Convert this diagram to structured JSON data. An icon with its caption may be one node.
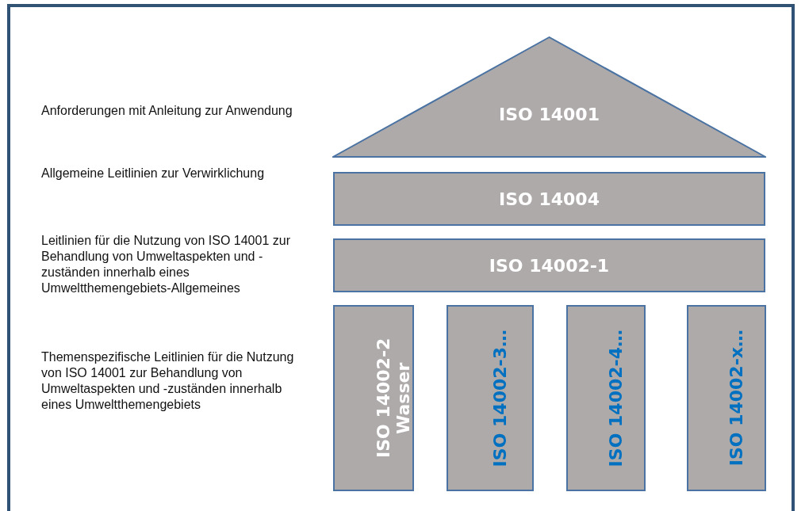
{
  "diagram": {
    "nodes": [
      {
        "text": [
          "ISO 14001"
        ]
      },
      {
        "text": [
          "ISO 14004"
        ]
      },
      {
        "text": [
          "ISO 14002-1"
        ]
      },
      {
        "text": [
          "ISO 14002-2 Wasser"
        ]
      },
      {
        "text": [
          "ISO 14002-3…"
        ]
      },
      {
        "text": [
          "ISO 14002-4…"
        ]
      },
      {
        "text": [
          "ISO 14002-x…"
        ]
      }
    ],
    "edges": [],
    "labels": [
      "Anforderungen mit Anleitung zur Anwendung",
      "Allgemeine Leitlinien zur Verwirklichung",
      "Leitlinien für die Nutzung von ISO 14001 zur Behandlung von Umweltaspekten und -zuständen innerhalb eines Umweltthemengebiets-Allgemeines",
      "Themenspezifische Leitlinien für die Nutzung von ISO 14001 zur Behandlung von Umweltaspekten und -zuständen innerhalb eines Umweltthemengebiets"
    ]
  }
}
